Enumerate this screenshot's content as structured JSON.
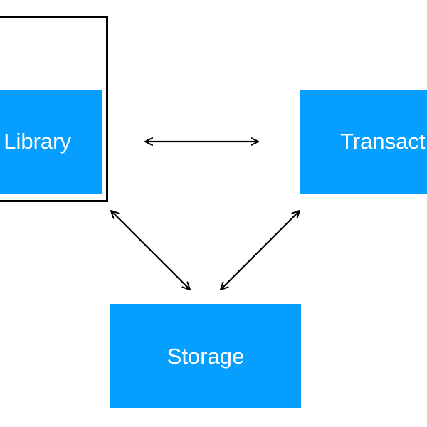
{
  "colors": {
    "box_fill": "#069EFF",
    "box_text": "#FFFFFF",
    "arrow": "#000000",
    "selection_frame": "#000000",
    "background": "#FFFFFF"
  },
  "nodes": {
    "library": {
      "label": "Library"
    },
    "transaction": {
      "label": "Transact"
    },
    "storage": {
      "label": "Storage"
    }
  },
  "connections": [
    {
      "from": "library",
      "to": "transaction",
      "direction": "both"
    },
    {
      "from": "library",
      "to": "storage",
      "direction": "both"
    },
    {
      "from": "transaction",
      "to": "storage",
      "direction": "both"
    }
  ],
  "selected_node": "library"
}
